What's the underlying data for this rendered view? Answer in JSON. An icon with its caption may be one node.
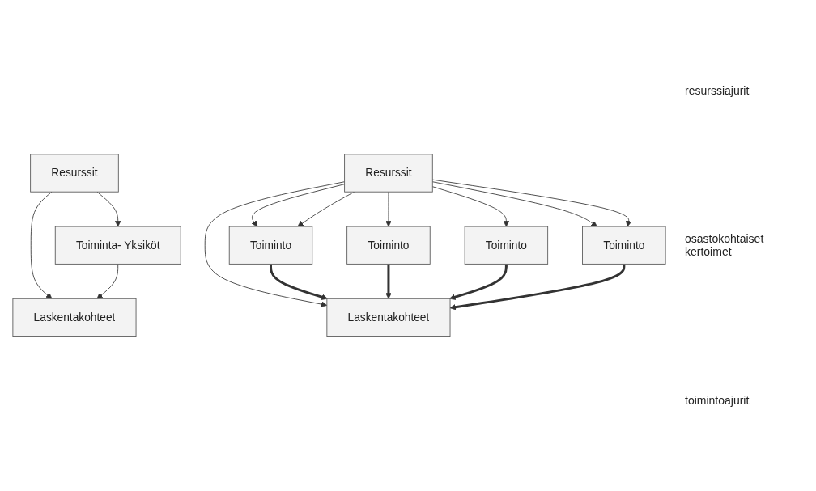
{
  "diagram": {
    "nodes": [
      {
        "text": [
          "Resurssit"
        ]
      },
      {
        "text": [
          "Toiminta- Yksiköt"
        ]
      },
      {
        "text": [
          "Laskentakohteet"
        ]
      },
      {
        "text": [
          "Resurssit"
        ]
      },
      {
        "text": [
          "Toiminto"
        ]
      },
      {
        "text": [
          "Toiminto"
        ]
      },
      {
        "text": [
          "Toiminto"
        ]
      },
      {
        "text": [
          "Toiminto"
        ]
      },
      {
        "text": [
          "Laskentakohteet"
        ]
      }
    ],
    "edges": [
      {
        "from": 0,
        "to": 2,
        "arrow": "to"
      },
      {
        "from": 0,
        "to": 1,
        "arrow": "to"
      },
      {
        "from": 1,
        "to": 2,
        "arrow": "to"
      },
      {
        "from": 3,
        "to": 8,
        "arrow": "to"
      },
      {
        "from": 3,
        "to": 4,
        "arrow": "to"
      },
      {
        "from": 3,
        "to": 4,
        "arrow": "to"
      },
      {
        "from": 3,
        "to": 5,
        "arrow": "to"
      },
      {
        "from": 3,
        "to": 6,
        "arrow": "to"
      },
      {
        "from": 3,
        "to": 7,
        "arrow": "to"
      },
      {
        "from": 3,
        "to": 7,
        "arrow": "to"
      },
      {
        "from": 4,
        "to": 8,
        "arrow": "to",
        "style": "thick"
      },
      {
        "from": 5,
        "to": 8,
        "arrow": "to",
        "style": "thick"
      },
      {
        "from": 6,
        "to": 8,
        "arrow": "to",
        "style": "thick"
      },
      {
        "from": 7,
        "to": 8,
        "arrow": "to",
        "style": "thick"
      }
    ],
    "labels": [
      "resurssiajurit",
      "osastokohtaiset kertoimet",
      "toimintoajurit"
    ]
  }
}
